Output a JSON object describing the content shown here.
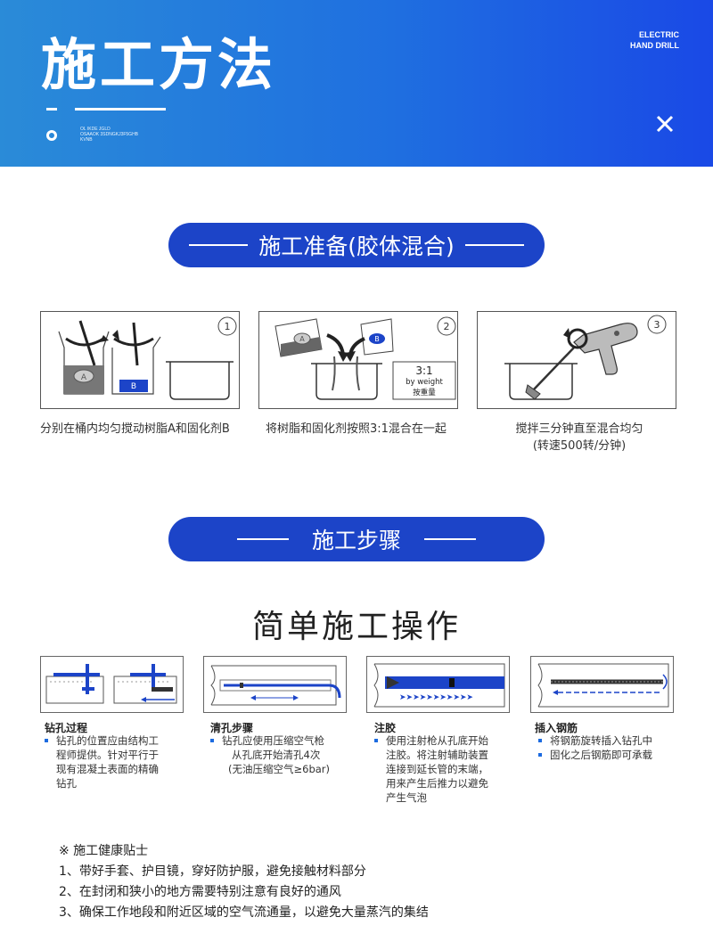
{
  "banner": {
    "title": "施工方法",
    "en_line1": "ELECTRIC",
    "en_line2": "HAND DRILL",
    "small_line1": "OL IKDE JGLD",
    "small_line2": "OSAAOK 3SDNGKJ3F5GHB",
    "small_line3": "KVNB",
    "accent_color": "#1f6fe0",
    "close_icon": "close-icon"
  },
  "section1": {
    "title": "施工准备(胶体混合)"
  },
  "prep": [
    {
      "number": "1",
      "caption": "分别在桶内均匀搅动树脂A和固化剂B",
      "label_a": "A",
      "label_b": "B"
    },
    {
      "number": "2",
      "caption": "将树脂和固化剂按照3:1混合在一起",
      "label_a": "A",
      "label_b": "B",
      "ratio": "3:1",
      "ratio_unit": "by weight",
      "ratio_cn": "按重量"
    },
    {
      "number": "3",
      "caption_line1": "搅拌三分钟直至混合均匀",
      "caption_line2": "(转速500转/分钟)"
    }
  ],
  "section2": {
    "title": "施工步骤"
  },
  "steps_heading": "简单施工操作",
  "steps": [
    {
      "title": "钻孔过程",
      "line1": "钻孔的位置应由结构工",
      "line2": "程师提供。针对平行于",
      "line3": "现有混凝土表面的精确",
      "line4": "钻孔"
    },
    {
      "title": "清孔步骤",
      "line1": "钻孔应使用压缩空气枪",
      "line2": "从孔底开始清孔4次",
      "line3": "(无油压缩空气≥6bar)"
    },
    {
      "title": "注胶",
      "line1": "使用注射枪从孔底开始",
      "line2": "注胶。将注射辅助装置",
      "line3": "连接到延长管的末端，",
      "line4": "用来产生后推力以避免",
      "line5": "产生气泡"
    },
    {
      "title": "插入钢筋",
      "line1": "将钢筋旋转插入钻孔中",
      "line2": "固化之后钢筋即可承载"
    }
  ],
  "tips": {
    "title": "※  施工健康贴士",
    "item1": "1、带好手套、护目镜，穿好防护服，避免接触材料部分",
    "item2": "2、在封闭和狭小的地方需要特别注意有良好的通风",
    "item3": "3、确保工作地段和附近区域的空气流通量，以避免大量蒸汽的集结"
  }
}
